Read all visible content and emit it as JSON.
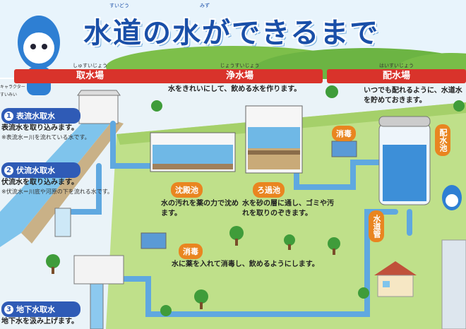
{
  "title": {
    "main": "水道の水ができるまで",
    "ruby": [
      "すいどう",
      "みず"
    ]
  },
  "character_tag": "キャラクター\nすいみい",
  "sections": [
    {
      "label": "取水場",
      "ruby": "しゅすいじょう"
    },
    {
      "label": "浄水場",
      "ruby": "じょうすいじょう"
    },
    {
      "label": "配水場",
      "ruby": "はいすいじょう"
    }
  ],
  "intake": {
    "items": [
      {
        "num": "1",
        "label": "表流水取水",
        "desc": "表流水を取り込みます。",
        "note": "※表流水＝川を流れている水です。"
      },
      {
        "num": "2",
        "label": "伏流水取水",
        "desc": "伏流水を取り込みます。",
        "note": "※伏流水＝川底や河原の下を流れる水です。"
      },
      {
        "num": "3",
        "label": "地下水取水",
        "desc": "地下水を汲み上げます。"
      }
    ]
  },
  "purification": {
    "intro": "水をきれいにして、飲める水を作ります。",
    "sedimentation": {
      "label": "沈殿池",
      "desc": "水の汚れを薬の力で沈めます。"
    },
    "filtration": {
      "label": "ろ過池",
      "desc": "水を砂の層に通し、ゴミや汚れを取りのぞきます。"
    },
    "disinfection": {
      "label": "消毒",
      "desc": "水に薬を入れて消毒し、飲めるようにします。"
    }
  },
  "distribution": {
    "intro": "いつでも配れるように、水道水を貯めておきます。",
    "disinfection_label": "消毒",
    "reservoir_label": "配水池",
    "pipe_label": "水道管"
  },
  "colors": {
    "title": "#1a4fa8",
    "band": "#d9332b",
    "ribbon": "#e98520",
    "pill": "#2f5bb6",
    "pipe": "#5fa8e0",
    "water": "#3d8fd8",
    "grass": "#8cc84b",
    "sky": "#e8f4fc"
  }
}
